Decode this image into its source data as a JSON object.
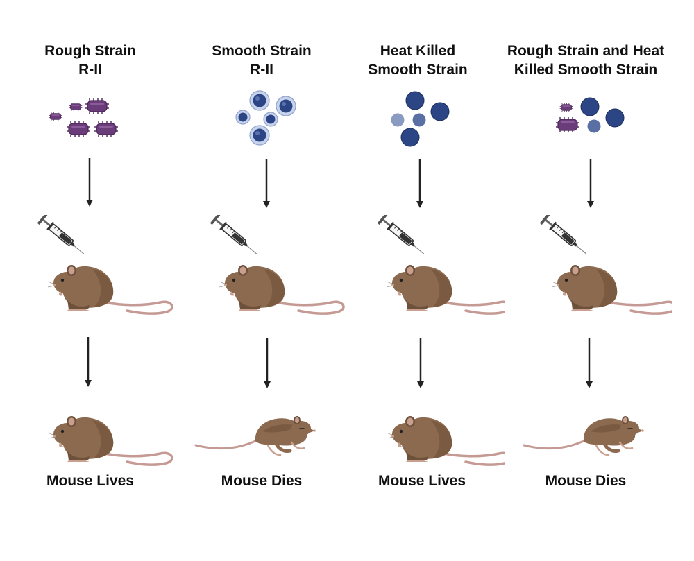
{
  "colors": {
    "rough_fill": "#6a3d7a",
    "rough_stroke": "#4a2458",
    "smooth_fill": "#2c4585",
    "capsule": "#c7d3ec",
    "killed_light": "#8a9ac0",
    "killed_mid": "#5a6fa3",
    "mouse_body": "#8c6a4f",
    "mouse_dark": "#6e513b",
    "mouse_ear": "#c9a08f",
    "tail": "#c59a95",
    "arrow": "#222222",
    "text": "#111111"
  },
  "experiments": [
    {
      "title_line1": "Rough Strain",
      "title_line2": "R-II",
      "bacteria": "rough-strain-cells",
      "outcome_icon": "mouse-sitting-icon",
      "result": "Mouse Lives"
    },
    {
      "title_line1": "Smooth Strain",
      "title_line2": "R-II",
      "bacteria": "smooth-capsulated-cells",
      "outcome_icon": "mouse-dead-icon",
      "result": "Mouse Dies"
    },
    {
      "title_line1": "Heat Killed",
      "title_line2": "Smooth Strain",
      "bacteria": "heat-killed-smooth-cells",
      "outcome_icon": "mouse-sitting-icon",
      "result": "Mouse Lives"
    },
    {
      "title_line1": "Rough Strain and Heat",
      "title_line2": "Killed Smooth Strain",
      "bacteria": "mixed-cells",
      "outcome_icon": "mouse-dead-icon",
      "result": "Mouse Dies"
    }
  ]
}
